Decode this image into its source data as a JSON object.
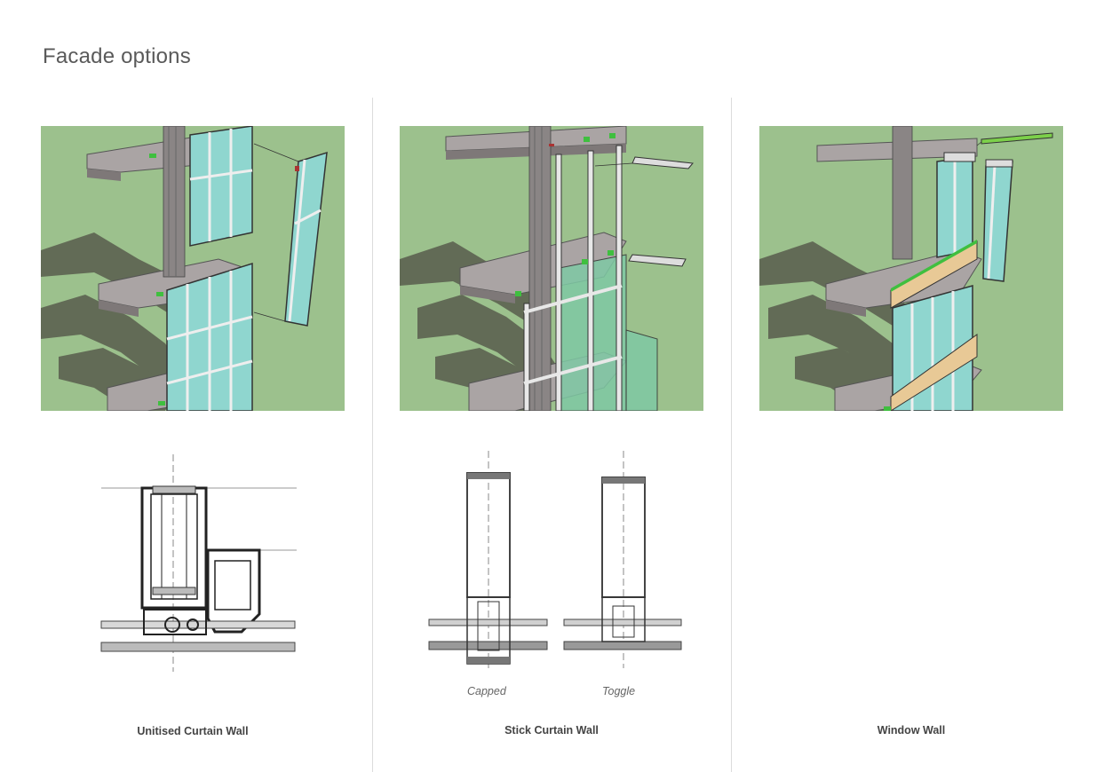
{
  "page": {
    "title": "Facade options"
  },
  "columns": [
    {
      "caption": "Unitised Curtain Wall",
      "render_icon": "unitised-curtain-wall-illustration",
      "detail_icon": "unitised-section-drawing"
    },
    {
      "caption": "Stick Curtain Wall",
      "render_icon": "stick-curtain-wall-illustration",
      "detail_icon": "stick-section-drawing",
      "sub_labels": [
        "Capped",
        "Toggle"
      ]
    },
    {
      "caption": "Window Wall",
      "render_icon": "window-wall-illustration"
    }
  ],
  "colors": {
    "background_green": "#9cc18d",
    "slab_grey": "#a8a3a3",
    "glass_teal": "#8fd6cf",
    "spandrel_tan": "#e8c996",
    "accent_green": "#3fbf3f"
  }
}
